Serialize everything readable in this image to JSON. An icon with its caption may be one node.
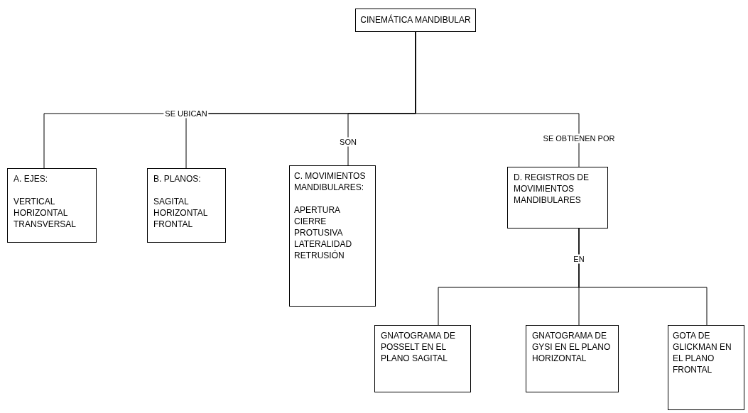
{
  "diagram": {
    "nodes": [
      {
        "text": [
          "CINEMÁTICA MANDIBULAR"
        ]
      },
      {
        "text": [
          "A. EJES:",
          "VERTICAL HORIZONTAL TRANSVERSAL"
        ]
      },
      {
        "text": [
          "B. PLANOS:",
          "SAGITAL HORIZONTAL FRONTAL"
        ]
      },
      {
        "text": [
          "C. MOVIMIENTOS MANDIBULARES:",
          "APERTURA CIERRE PROTUSIVA LATERALIDAD RETRUSIÓN"
        ]
      },
      {
        "text": [
          "D. REGISTROS DE MOVIMIENTOS MANDIBULARES"
        ]
      },
      {
        "text": [
          "GNATOGRAMA DE POSSELT EN EL PLANO SAGITAL"
        ]
      },
      {
        "text": [
          "GNATOGRAMA DE GYSI EN EL PLANO HORIZONTAL"
        ]
      },
      {
        "text": [
          "GOTA DE GLICKMAN EN EL PLANO FRONTAL"
        ]
      }
    ],
    "edges": [
      {
        "from": 0,
        "to": 1,
        "arrow": "none",
        "label": "SE UBICAN"
      },
      {
        "from": 0,
        "to": 2,
        "arrow": "none"
      },
      {
        "from": 0,
        "to": 3,
        "arrow": "none",
        "label": "SON"
      },
      {
        "from": 0,
        "to": 4,
        "arrow": "none",
        "label": "SE OBTIENEN POR"
      },
      {
        "from": 4,
        "to": 5,
        "arrow": "none",
        "label": "EN"
      },
      {
        "from": 4,
        "to": 6,
        "arrow": "none"
      },
      {
        "from": 4,
        "to": 7,
        "arrow": "none"
      }
    ]
  }
}
